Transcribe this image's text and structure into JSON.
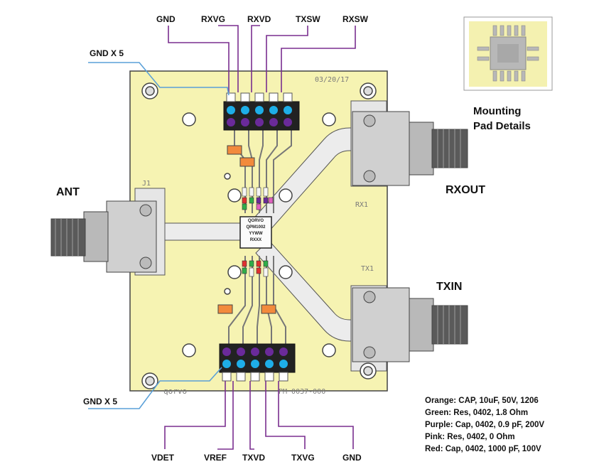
{
  "top_labels": {
    "gnd": "GND",
    "rxvg": "RXVG",
    "rxvd": "RXVD",
    "txsw": "TXSW",
    "rxsw": "RXSW"
  },
  "bottom_labels": {
    "vdet": "VDET",
    "vref": "VREF",
    "txvd": "TXVD",
    "txvg": "TXVG",
    "gnd": "GND"
  },
  "side_labels": {
    "gnd_top": "GND X 5",
    "gnd_bottom": "GND X 5",
    "ant": "ANT",
    "rxout": "RXOUT",
    "txin": "TXIN"
  },
  "mounting": {
    "line1": "Mounting",
    "line2": "Pad Details"
  },
  "pcb": {
    "date": "03/20/17",
    "part": "PM 0037-000",
    "j1": "J1",
    "rx1": "RX1",
    "tx1": "TX1",
    "logo": "qorvo"
  },
  "chip": {
    "logo": "QORVO",
    "part": "QPM1002",
    "date": "YYWW",
    "lot": "RXXX"
  },
  "legend": [
    "Orange: CAP, 10uF, 50V, 1206",
    "Green: Res, 0402, 1.8 Ohm",
    "Purple: Cap, 0402, 0.9 pF, 200V",
    "Pink: Res, 0402, 0 Ohm",
    "Red: Cap, 0402, 1000 pF, 100V"
  ],
  "colors": {
    "board": "#f6f3b2",
    "trace": "#e8e8e8",
    "blue_line": "#5aa0d8",
    "purple_line": "#7a2f8f",
    "pin_blue": "#1eaee8",
    "pin_purple": "#6a2a9a",
    "orange": "#f28a3c",
    "green": "#2fae4a",
    "pink": "#e060c0",
    "red": "#e03030"
  }
}
